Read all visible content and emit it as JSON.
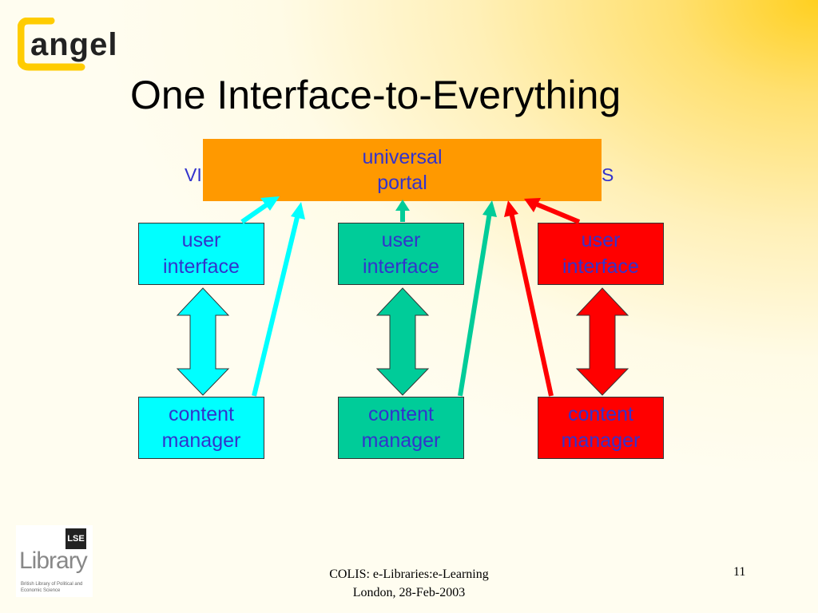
{
  "logo": {
    "text": "angel"
  },
  "title": "One Interface-to-Everything",
  "hidden_left": "VI",
  "hidden_right": "S",
  "portal": {
    "line1": "universal",
    "line2": "portal"
  },
  "columns": [
    {
      "ui": {
        "line1": "user",
        "line2": "interface"
      },
      "cm": {
        "line1": "content",
        "line2": "manager"
      },
      "color": "#00ffff"
    },
    {
      "ui": {
        "line1": "user",
        "line2": "interface"
      },
      "cm": {
        "line1": "content",
        "line2": "manager"
      },
      "color": "#00cc99"
    },
    {
      "ui": {
        "line1": "user",
        "line2": "interface"
      },
      "cm": {
        "line1": "content",
        "line2": "manager"
      },
      "color": "#ff0000"
    }
  ],
  "colors": {
    "text": "#3333cc",
    "portal": "#ff9900",
    "cyan": "#00ffff",
    "green": "#00cc99",
    "red": "#ff0000"
  },
  "lse": {
    "badge": "LSE",
    "word": "Library",
    "caption": "British Library of Political and Economic Science"
  },
  "footer": {
    "line1": "COLIS: e-Libraries:e-Learning",
    "line2": "London, 28-Feb-2003"
  },
  "page_number": "11"
}
